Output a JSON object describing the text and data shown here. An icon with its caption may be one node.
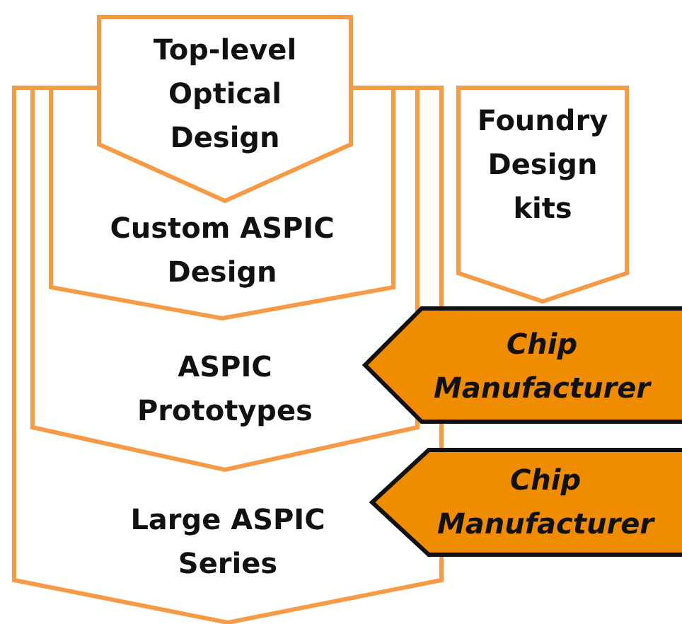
{
  "diagram": {
    "nodes": [
      {
        "text": [
          "Large ASPIC Series"
        ]
      },
      {
        "text": [
          "ASPIC Prototypes"
        ],
        "in": 0
      },
      {
        "text": [
          "Custom ASPIC Design"
        ],
        "in": 1
      },
      {
        "text": [
          "Top-level Optical Design"
        ]
      },
      {
        "text": [
          "Foundry Design kits"
        ]
      },
      {
        "text": [
          "Chip Manufacturer"
        ]
      },
      {
        "text": [
          "Chip Manufacturer"
        ]
      }
    ]
  }
}
